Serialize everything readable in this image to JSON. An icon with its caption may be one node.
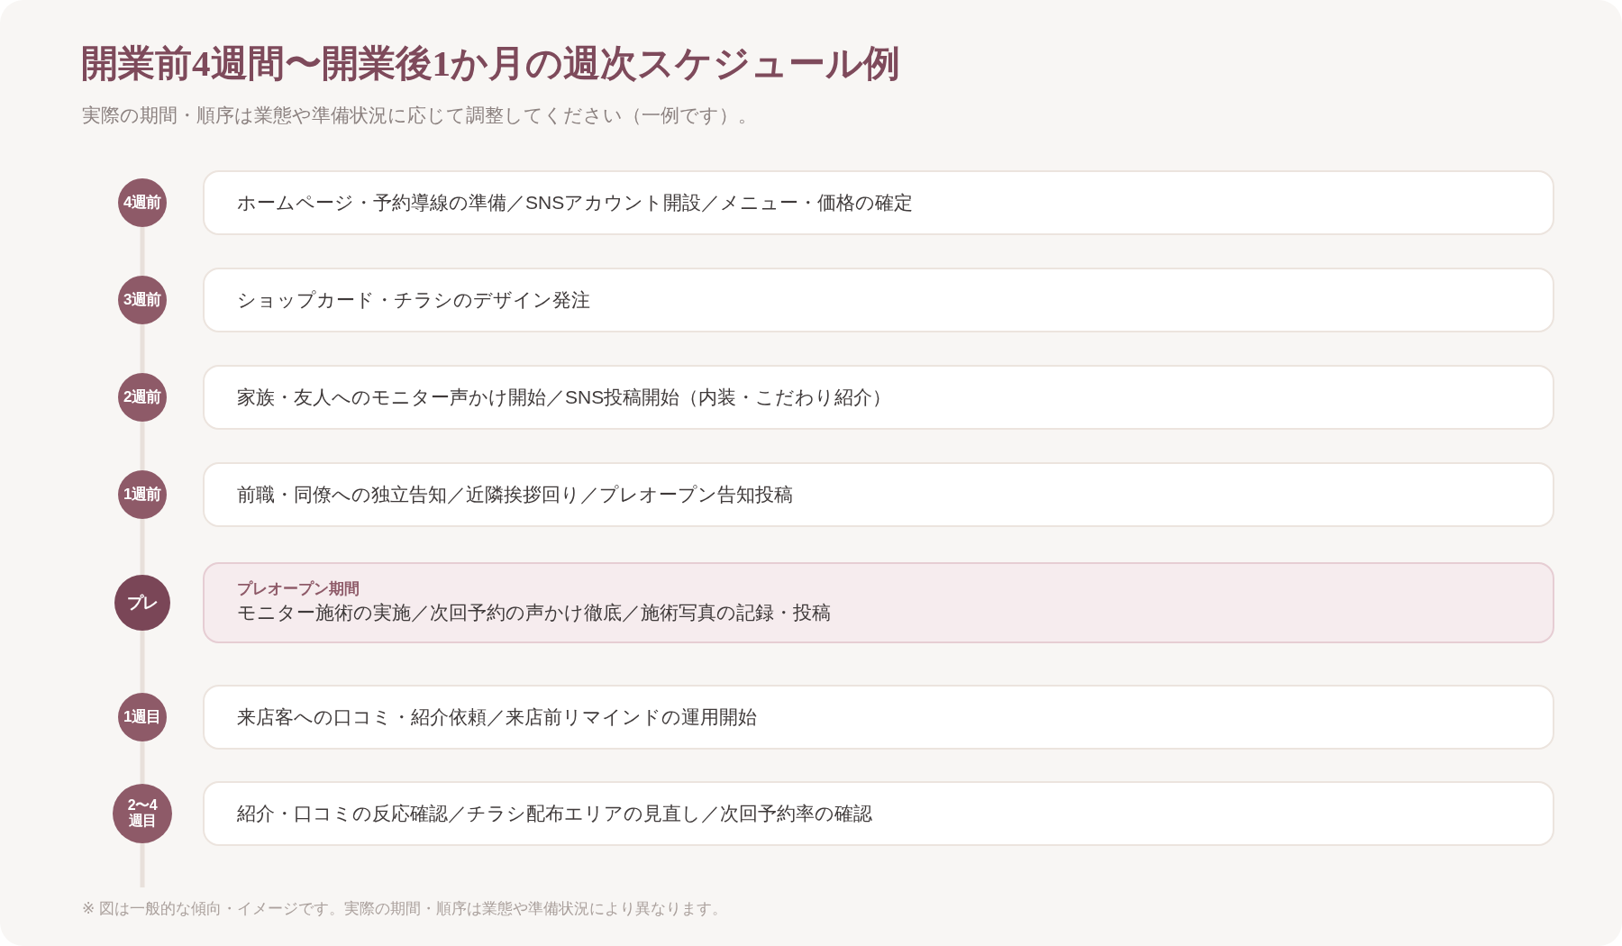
{
  "diagram": {
    "title": "開業前4週間〜開業後1か月の週次スケジュール例",
    "caption": "※ 図は一般的な傾向・イメージです。実際の期間・順序は業態や準備状況により異なります。",
    "labels": [
      "実際の期間・順序は業態や準備状況に応じて調整してください（一例です）。"
    ],
    "nodes": [
      {
        "text": [
          "4週前"
        ]
      },
      {
        "text": [
          "ホームページ・予約導線の準備／SNSアカウント開設／メニュー・価格の確定"
        ]
      },
      {
        "text": [
          "3週前"
        ]
      },
      {
        "text": [
          "ショップカード・チラシのデザイン発注"
        ]
      },
      {
        "text": [
          "2週前"
        ]
      },
      {
        "text": [
          "家族・友人へのモニター声かけ開始／SNS投稿開始（内装・こだわり紹介）"
        ]
      },
      {
        "text": [
          "1週前"
        ]
      },
      {
        "text": [
          "前職・同僚への独立告知／近隣挨拶回り／プレオープン告知投稿"
        ]
      },
      {
        "text": [
          "プレ"
        ]
      },
      {
        "text": [
          "プレオープン期間",
          "モニター施術の実施／次回予約の声かけ徹底／施術写真の記録・投稿"
        ]
      },
      {
        "text": [
          "1週目"
        ]
      },
      {
        "text": [
          "来店客への口コミ・紹介依頼／来店前リマインドの運用開始"
        ]
      },
      {
        "text": [
          "2〜4週目"
        ]
      },
      {
        "text": [
          "紹介・口コミの反応確認／チラシ配布エリアの見直し／次回予約率の確認"
        ]
      }
    ],
    "edges": [
      {
        "from": 0,
        "to": 2,
        "arrow": "none"
      },
      {
        "from": 2,
        "to": 4,
        "arrow": "none"
      },
      {
        "from": 4,
        "to": 6,
        "arrow": "none"
      },
      {
        "from": 6,
        "to": 8,
        "arrow": "none"
      },
      {
        "from": 8,
        "to": 10,
        "arrow": "none"
      },
      {
        "from": 10,
        "to": 12,
        "arrow": "none"
      },
      {
        "from": 12,
        "to": null,
        "arrow": "none"
      }
    ]
  }
}
